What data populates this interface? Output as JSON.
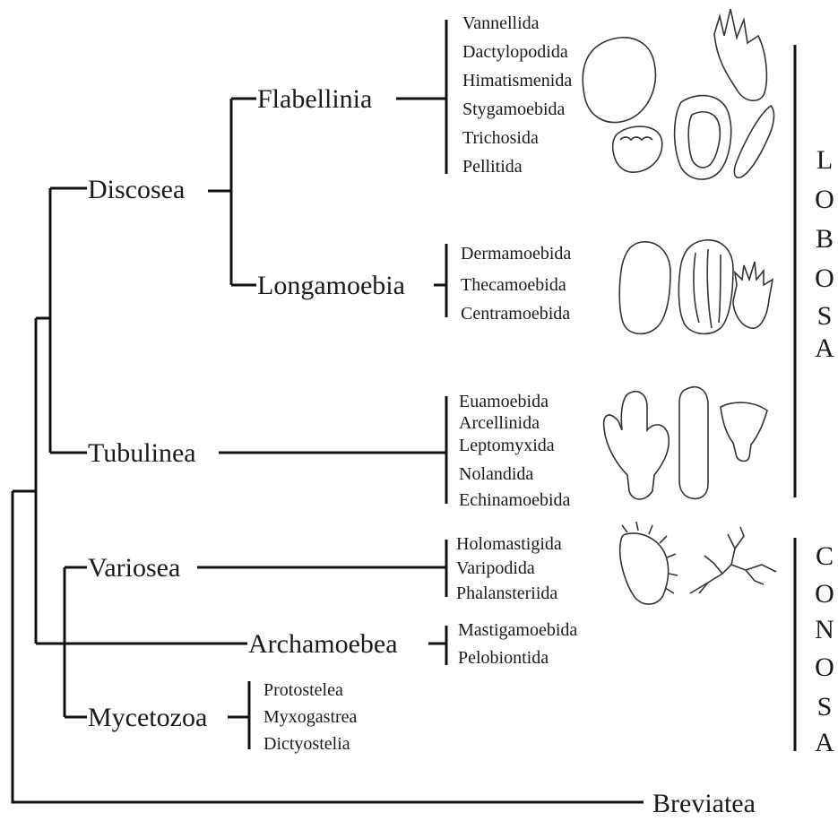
{
  "clades": {
    "discosea": "Discosea",
    "flabellinia": "Flabellinia",
    "longamoebia": "Longamoebia",
    "tubulinea": "Tubulinea",
    "variosea": "Variosea",
    "archamoebea": "Archamoebea",
    "mycetozoa": "Mycetozoa",
    "breviatea": "Breviatea"
  },
  "orders": {
    "flabellinia": [
      "Vannellida",
      "Dactylopodida",
      "Himatismenida",
      "Stygamoebida",
      "Trichosida",
      "Pellitida"
    ],
    "longamoebia": [
      "Dermamoebida",
      "Thecamoebida",
      "Centramoebida"
    ],
    "tubulinea": [
      "Euamoebida",
      "Arcellinida",
      "Leptomyxida",
      "Nolandida",
      "Echinamoebida"
    ],
    "variosea": [
      "Holomastigida",
      "Varipodida",
      "Phalansteriida"
    ],
    "archamoebea": [
      "Mastigamoebida",
      "Pelobiontida"
    ],
    "mycetozoa": [
      "Protostelea",
      "Myxogastrea",
      "Dictyostelia"
    ]
  },
  "groups": {
    "lobosa": [
      "L",
      "O",
      "B",
      "O",
      "S",
      "A"
    ],
    "conosa": [
      "C",
      "O",
      "N",
      "O",
      "S",
      "A"
    ]
  }
}
